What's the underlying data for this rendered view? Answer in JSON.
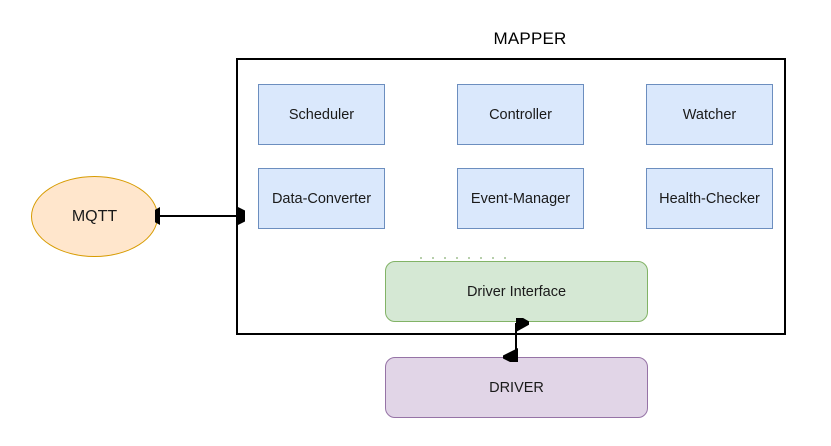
{
  "diagram": {
    "title": "MAPPER",
    "container_label": "MAPPER",
    "components": [
      {
        "label": "Scheduler",
        "row": 1,
        "col": 1
      },
      {
        "label": "Controller",
        "row": 1,
        "col": 2
      },
      {
        "label": "Watcher",
        "row": 1,
        "col": 3
      },
      {
        "label": "Data-Converter",
        "row": 2,
        "col": 1
      },
      {
        "label": "Event-Manager",
        "row": 2,
        "col": 2
      },
      {
        "label": "Health-Checker",
        "row": 2,
        "col": 3
      }
    ],
    "driver_interface": {
      "label": "Driver Interface"
    },
    "driver": {
      "label": "DRIVER"
    },
    "mqtt": {
      "label": "MQTT"
    },
    "connectors": [
      {
        "name": "mqtt-to-mapper",
        "orientation": "horizontal",
        "arrowheads": "both"
      },
      {
        "name": "driver-interface-to-driver",
        "orientation": "vertical",
        "arrowheads": "both"
      }
    ],
    "colors": {
      "component_fill": "#dae8fc",
      "component_stroke": "#6c8ebf",
      "driver_interface_fill": "#d5e8d4",
      "driver_interface_stroke": "#82b366",
      "driver_fill": "#e1d5e7",
      "driver_stroke": "#9673a6",
      "mqtt_fill": "#ffe6cc",
      "mqtt_stroke": "#d79b00",
      "container_stroke": "#000000",
      "background": "#ffffff"
    }
  }
}
